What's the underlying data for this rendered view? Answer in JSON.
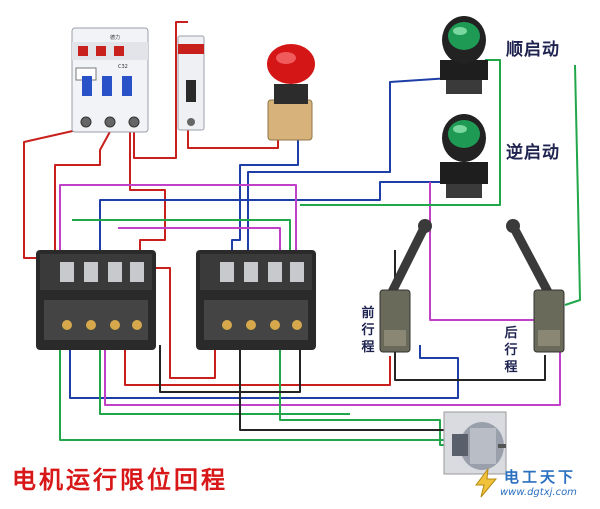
{
  "title": "电机运行限位回程",
  "labels": {
    "forward_start": "顺启动",
    "reverse_start": "逆启动",
    "front_travel": [
      "前",
      "行",
      "程"
    ],
    "rear_travel": [
      "后",
      "行",
      "程"
    ]
  },
  "watermark": {
    "brand": "电工天下",
    "url": "www.dgtxj.com"
  },
  "breaker_text": {
    "brand": "德力",
    "rating": "C32"
  },
  "colors": {
    "title": "#d81818",
    "label": "#1f2350",
    "wire_red": "#c8201c",
    "wire_blue": "#1f3fa8",
    "wire_green": "#21a64a",
    "wire_magenta": "#c040c8",
    "wire_dark": "#242424"
  }
}
